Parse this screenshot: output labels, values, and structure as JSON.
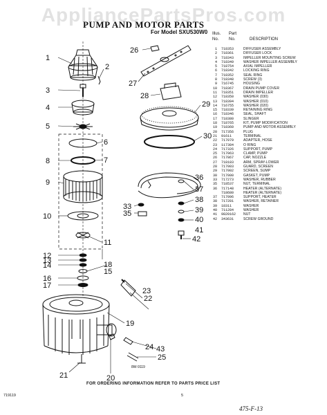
{
  "watermark": "AppliancePartsPros.com",
  "title": "PUMP AND MOTOR PARTS",
  "model_line": "For Model SXU530W0",
  "table_header": {
    "illus": "Illus.",
    "no": "No.",
    "part": "Part",
    "part_no": "No.",
    "description": "DESCRIPTION"
  },
  "parts": [
    {
      "no": "1",
      "part": "718353",
      "desc": "DIFFUSER ASSEMBLY"
    },
    {
      "no": "2",
      "part": "718361",
      "desc": "DIFFUSER LOCK"
    },
    {
      "no": "3",
      "part": "718343",
      "desc": "IMPELLER MOUNTING SCREW"
    },
    {
      "no": "4",
      "part": "718349",
      "desc": "WASHER IMPELLER ASSEMBLY"
    },
    {
      "no": "5",
      "part": "718754",
      "desc": "AXIAL IMPELLER"
    },
    {
      "no": "6",
      "part": "718342",
      "desc": "LOCKING RING"
    },
    {
      "no": "7",
      "part": "718352",
      "desc": "SEAL RING"
    },
    {
      "no": "8",
      "part": "718348",
      "desc": "SCREW (3)"
    },
    {
      "no": "9",
      "part": "716745",
      "desc": "HOUSING"
    },
    {
      "no": "10",
      "part": "718367",
      "desc": "DRAIN PUMP COVER"
    },
    {
      "no": "11",
      "part": "718351",
      "desc": "DRAIN IMPELLER"
    },
    {
      "no": "12",
      "part": "718350",
      "desc": "WASHER (030)"
    },
    {
      "no": "13",
      "part": "718394",
      "desc": "WASHER (010)"
    },
    {
      "no": "14",
      "part": "716755",
      "desc": "WASHER (020)"
    },
    {
      "no": "15",
      "part": "718339",
      "desc": "RETAINING RING"
    },
    {
      "no": "16",
      "part": "718346",
      "desc": "SEAL, SHAFT"
    },
    {
      "no": "17",
      "part": "718380",
      "desc": "SLINGER"
    },
    {
      "no": "18",
      "part": "718765",
      "desc": "KIT, PUMP MODIFICATION"
    },
    {
      "no": "19",
      "part": "718360",
      "desc": "PUMP AND MOTOR ASSEMBLY"
    },
    {
      "no": "20",
      "part": "717356",
      "desc": "PLUG"
    },
    {
      "no": "21",
      "part": "91611",
      "desc": "TERMINAL"
    },
    {
      "no": "22",
      "part": "717079",
      "desc": "ADAPTER, HOSE"
    },
    {
      "no": "23",
      "part": "117384",
      "desc": "O RING"
    },
    {
      "no": "24",
      "part": "717326",
      "desc": "SUPPORT, PUMP"
    },
    {
      "no": "25",
      "part": "717063",
      "desc": "CLAMP, PUMP"
    },
    {
      "no": "26",
      "part": "717867",
      "desc": "CAP, NOZZLE"
    },
    {
      "no": "27",
      "part": "718183",
      "desc": "ARM, SPRAY-LOWER"
    },
    {
      "no": "28",
      "part": "717003",
      "desc": "GUARD, SCREEN"
    },
    {
      "no": "29",
      "part": "717002",
      "desc": "SCREEN, SUMP"
    },
    {
      "no": "30",
      "part": "717000",
      "desc": "GASKET, PUMP"
    },
    {
      "no": "33",
      "part": "717273",
      "desc": "WASHER, RUBBER"
    },
    {
      "no": "35",
      "part": "718537",
      "desc": "NUT, TERMINAL"
    },
    {
      "no": "36",
      "part": "717148",
      "desc": "HEATER (ALTERNATE)"
    },
    {
      "no": "",
      "part": "718680",
      "desc": "HEATER (ALTERNATE)"
    },
    {
      "no": "37",
      "part": "717096",
      "desc": "SUPPORT, HEATER"
    },
    {
      "no": "38",
      "part": "717281",
      "desc": "WASHER, RETAINER"
    },
    {
      "no": "39",
      "part": "18311",
      "desc": "WASHER"
    },
    {
      "no": "40",
      "part": "711284",
      "desc": "WASHER"
    },
    {
      "no": "41",
      "part": "9820162",
      "desc": "NUT"
    },
    {
      "no": "42",
      "part": "343631",
      "desc": "SCREW GROUND"
    }
  ],
  "callouts_left": [
    "1",
    "2",
    "3",
    "4",
    "5",
    "6",
    "7",
    "8",
    "9",
    "10",
    "11",
    "12",
    "13",
    "14",
    "15",
    "16",
    "17",
    "18",
    "19",
    "20",
    "21",
    "22",
    "23",
    "24",
    "25"
  ],
  "callouts_right": [
    "26",
    "27",
    "28",
    "29",
    "30",
    "33",
    "35",
    "36",
    "37",
    "38",
    "39",
    "40",
    "41",
    "42",
    "43"
  ],
  "figure_code": "8W-9119",
  "footer_note": "FOR ORDERING INFORMATION REFER TO PARTS PRICE LIST",
  "doc_code": "719119",
  "page_number": "5",
  "handwritten_note": "475-F-13"
}
